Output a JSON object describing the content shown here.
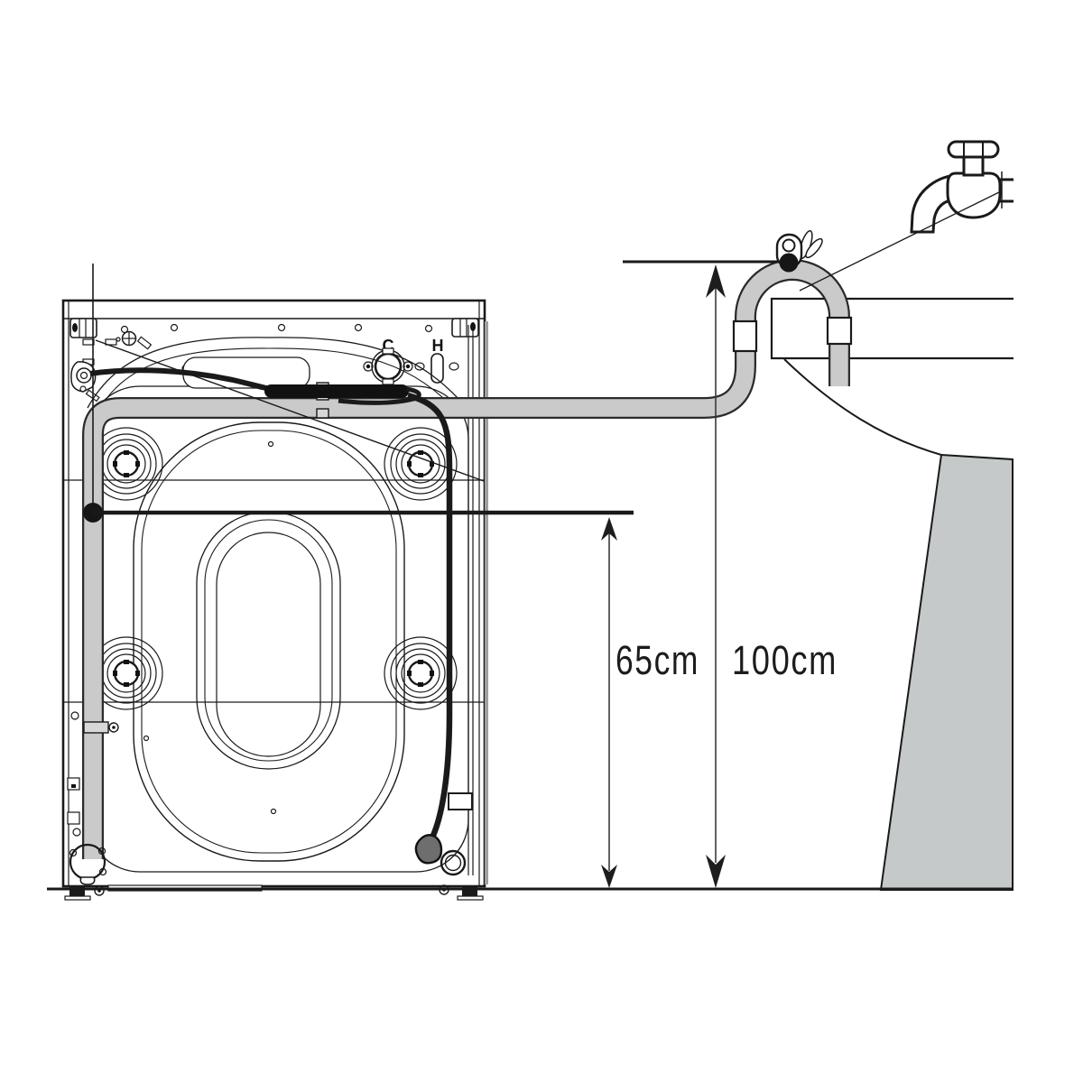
{
  "diagram": {
    "type": "washing-machine-drain-hose-installation",
    "labels": {
      "height_left": "65cm",
      "height_right": "100cm",
      "cold_inlet": "C",
      "hot_inlet": "H"
    },
    "colors": {
      "line": "#1a1a1a",
      "hose_fill": "#cacaca",
      "hose_outline": "#2b2b2b",
      "pedestal_fill": "#c6c9ca",
      "clip_fill": "#d8d8d8",
      "cabinet_shadow": "#a0a0a0",
      "background": "#ffffff"
    },
    "parts": {
      "machine": "washing-machine-rear-view",
      "hose": "drain-hose",
      "hook": "drain-hose-hook-clip",
      "cord": "power-cord",
      "faucet": "water-faucet",
      "sink": "sink-with-pedestal",
      "ground": "floor-line"
    }
  }
}
